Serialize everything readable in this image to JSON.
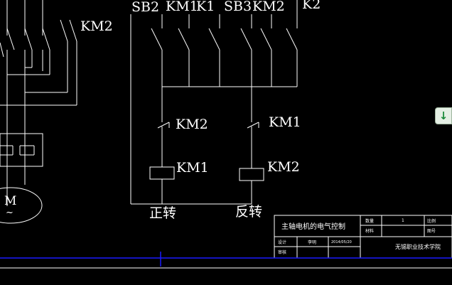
{
  "labels": {
    "km2_left": "KM2",
    "sb2": "SB2",
    "km1_top": "KM1",
    "k1": "K1",
    "sb3": "SB3",
    "km2_top": "KM2",
    "k2": "K2",
    "contact_km2": "KM2",
    "contact_km1": "KM1",
    "coil_km1": "KM1",
    "coil_km2": "KM2",
    "forward": "正转",
    "reverse": "反转",
    "motor": "M",
    "motor_ac": "~"
  },
  "title_block": {
    "drawing_title": "主轴电机的电气控制",
    "quantity_label": "数量",
    "quantity_value": "1",
    "material_label": "材料",
    "scale_label": "比例",
    "drawing_no_label": "图号",
    "design_label": "设计",
    "designer": "李明",
    "date": "2014/05/20",
    "review_label": "审核",
    "school": "无锡职业技术学院"
  },
  "ui": {
    "download_icon": "↓"
  },
  "colors": {
    "background": "#000000",
    "lines": "#ffffff",
    "ucs_line": "#1a1aff"
  }
}
